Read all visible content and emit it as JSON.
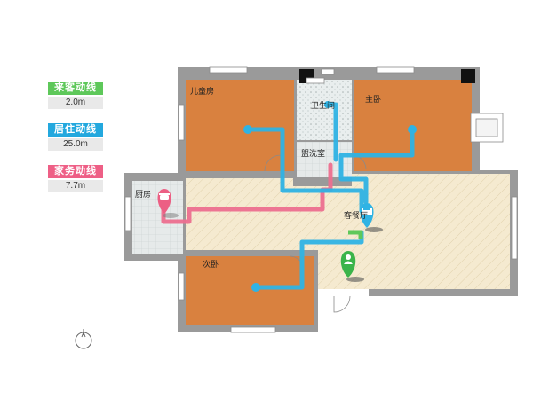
{
  "legend": [
    {
      "label": "来客动线",
      "value": "2.0m",
      "color": "#5ec85a"
    },
    {
      "label": "居住动线",
      "value": "25.0m",
      "color": "#23a8de"
    },
    {
      "label": "家务动线",
      "value": "7.7m",
      "color": "#ee5f86"
    }
  ],
  "rooms": {
    "child_bedroom": "儿童房",
    "bathroom": "卫生间",
    "master_bedroom": "主卧",
    "laundry": "盥洗室",
    "kitchen": "厨房",
    "living_dining": "客餐厅",
    "second_bedroom": "次卧"
  },
  "colors": {
    "wall": "#8a8a8a",
    "room_orange": "#d9813f",
    "room_living": "#f3e6c6",
    "tile": "#dfe3e2",
    "visitor_line": "#5ec85a",
    "living_line": "#2fb3e4",
    "housework_line": "#ec6f8f"
  },
  "icons": {
    "compass": "compass-icon",
    "kitchen_pin": "pot-pin-icon",
    "living_pin": "sofa-pin-icon",
    "entry_pin": "person-pin-icon"
  }
}
